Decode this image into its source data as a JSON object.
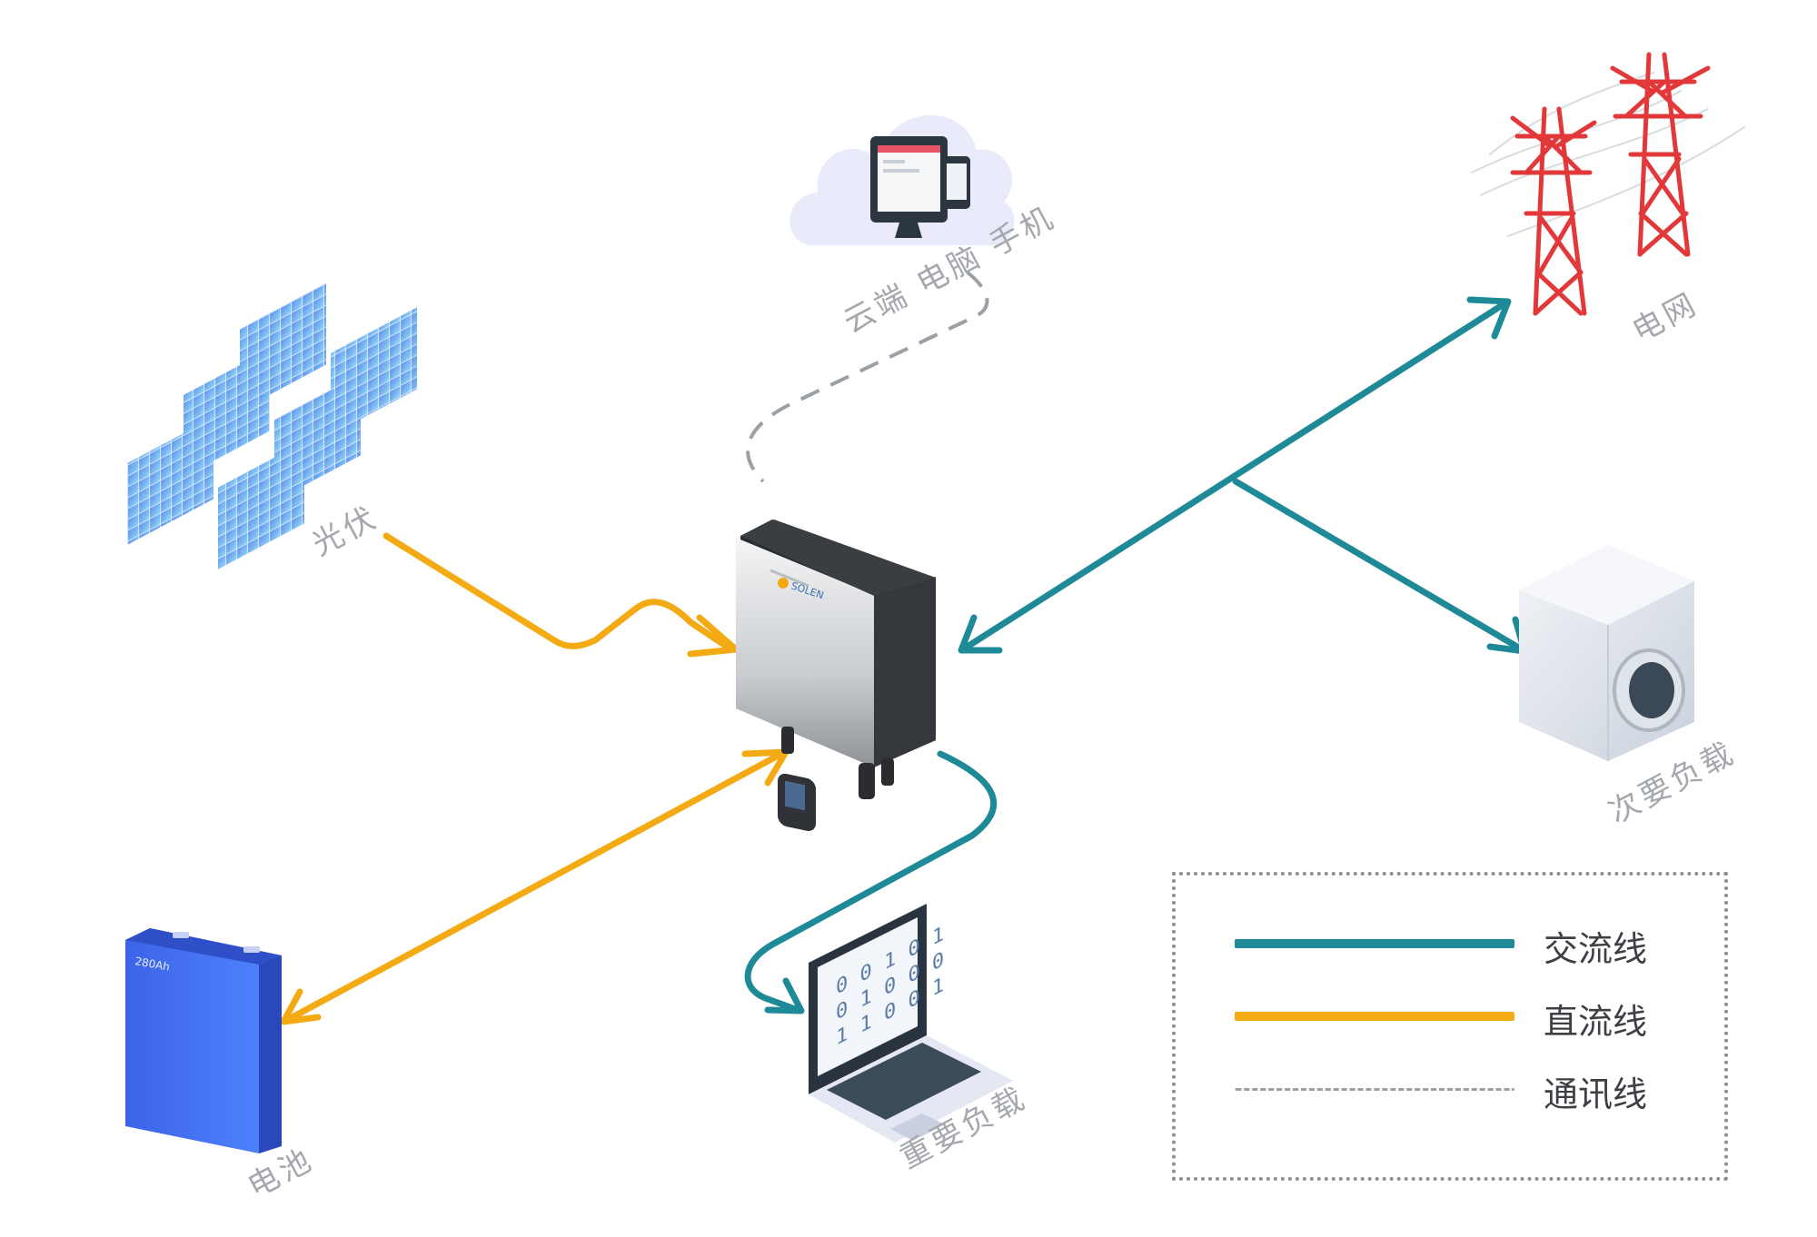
{
  "colors": {
    "ac": "#1f8a97",
    "dc": "#f4aa12",
    "comm": "#9aa0a6",
    "label": "#a4a8ad"
  },
  "nodes": {
    "cloud": {
      "label": "云端 电脑 手机",
      "icon": "cloud-computer-phone-icon"
    },
    "pv": {
      "label": "光伏",
      "icon": "solar-panel-icon"
    },
    "grid": {
      "label": "电网",
      "icon": "power-tower-icon"
    },
    "secondary_load": {
      "label": "次要负载",
      "icon": "washing-machine-icon"
    },
    "important_load": {
      "label": "重要负载",
      "icon": "laptop-icon"
    },
    "battery": {
      "label": "电池",
      "icon": "battery-icon",
      "capacity": "280Ah"
    },
    "inverter": {
      "label": "",
      "icon": "inverter-icon",
      "brand": "SOLEN"
    }
  },
  "laptop_screen": [
    "0 0 1 0 1",
    "0 1 0 0 0",
    "1 1 0 0 1"
  ],
  "legend": {
    "items": [
      {
        "label": "交流线",
        "type": "ac"
      },
      {
        "label": "直流线",
        "type": "dc"
      },
      {
        "label": "通讯线",
        "type": "comm"
      }
    ]
  }
}
